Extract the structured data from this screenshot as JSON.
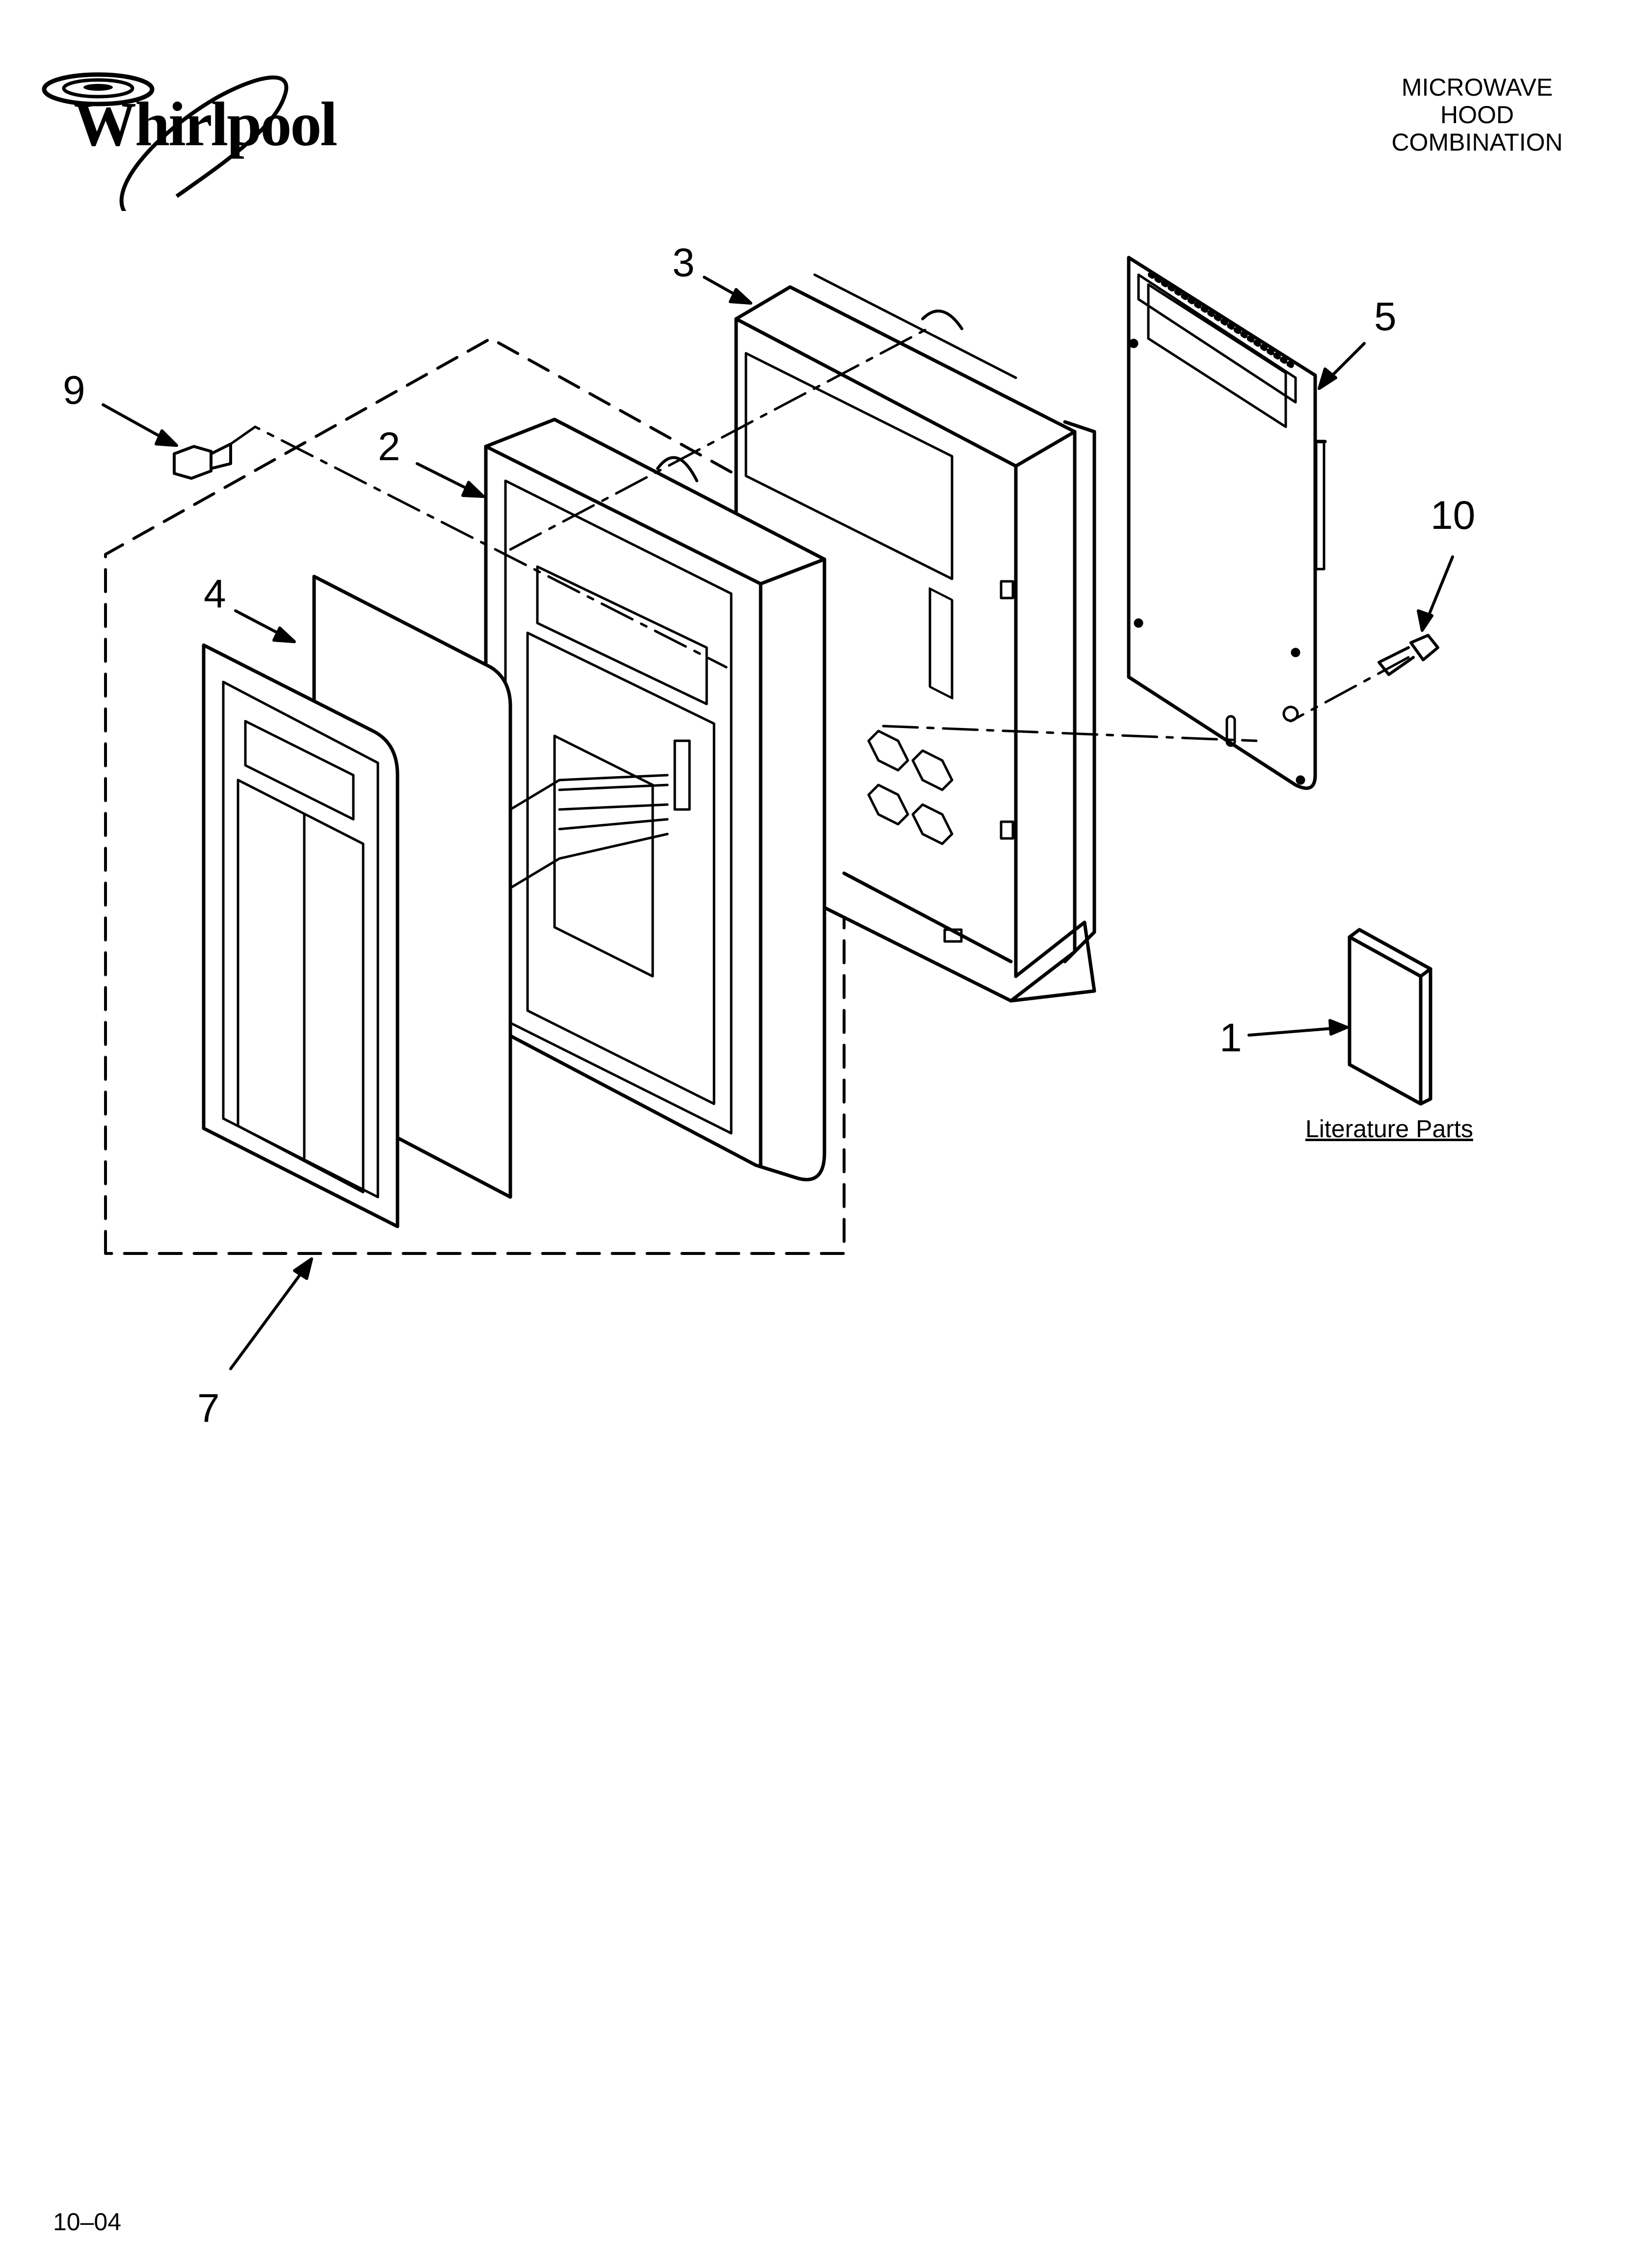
{
  "header": {
    "brand": "Whirlpool",
    "product_lines": [
      "MICROWAVE",
      "HOOD",
      "COMBINATION"
    ]
  },
  "callouts": {
    "c1": "1",
    "c2": "2",
    "c3": "3",
    "c4": "4",
    "c5": "5",
    "c7": "7",
    "c9": "9",
    "c10": "10"
  },
  "literature_label": "Literature Parts",
  "footer_code": "10–04"
}
